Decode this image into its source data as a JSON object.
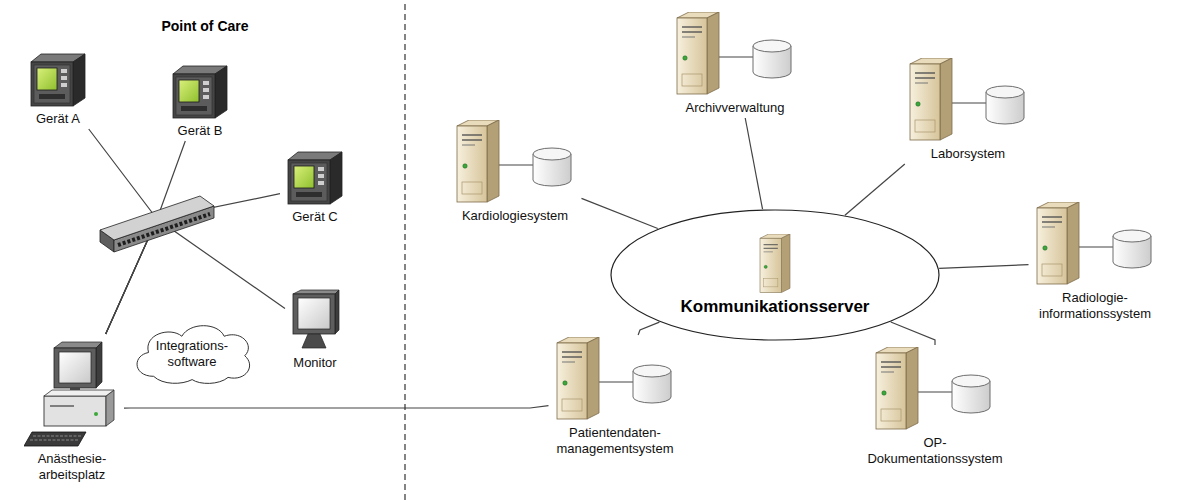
{
  "diagram": {
    "nodes": [
      {
        "text": [
          "Gerät A"
        ]
      },
      {
        "text": [
          "Gerät B"
        ]
      },
      {
        "text": [
          "Gerät C"
        ]
      },
      {
        "text": [
          "Monitor"
        ]
      },
      {
        "text": [
          "Integrations- software"
        ]
      },
      {
        "text": [
          "Anästhesie- arbeitsplatz"
        ]
      },
      {
        "text": [
          "Archivverwaltung"
        ]
      },
      {
        "text": [
          "Kardiologiesystem"
        ]
      },
      {
        "text": [
          "Laborsystem"
        ]
      },
      {
        "text": [
          "Kommunikationsserver"
        ]
      },
      {
        "text": [
          "Radiologie- informationssystem"
        ]
      },
      {
        "text": [
          "Patientendaten- managementsystem"
        ]
      },
      {
        "text": [
          "OP- Dokumentationssystem"
        ]
      }
    ],
    "edges": [
      {
        "from": 0,
        "to": 5,
        "arrow": "none"
      },
      {
        "from": 1,
        "to": 5,
        "arrow": "none"
      },
      {
        "from": 2,
        "to": 5,
        "arrow": "none"
      },
      {
        "from": 3,
        "to": 5,
        "arrow": "none"
      },
      {
        "from": 7,
        "to": 9,
        "arrow": "none"
      },
      {
        "from": 6,
        "to": 9,
        "arrow": "none"
      },
      {
        "from": 8,
        "to": 9,
        "arrow": "none"
      },
      {
        "from": 10,
        "to": 9,
        "arrow": "none"
      },
      {
        "from": 12,
        "to": 9,
        "arrow": "none"
      },
      {
        "from": 11,
        "to": 9,
        "arrow": "none"
      },
      {
        "from": 5,
        "to": 11,
        "arrow": "none"
      }
    ],
    "labels": [
      "Point of Care"
    ]
  }
}
